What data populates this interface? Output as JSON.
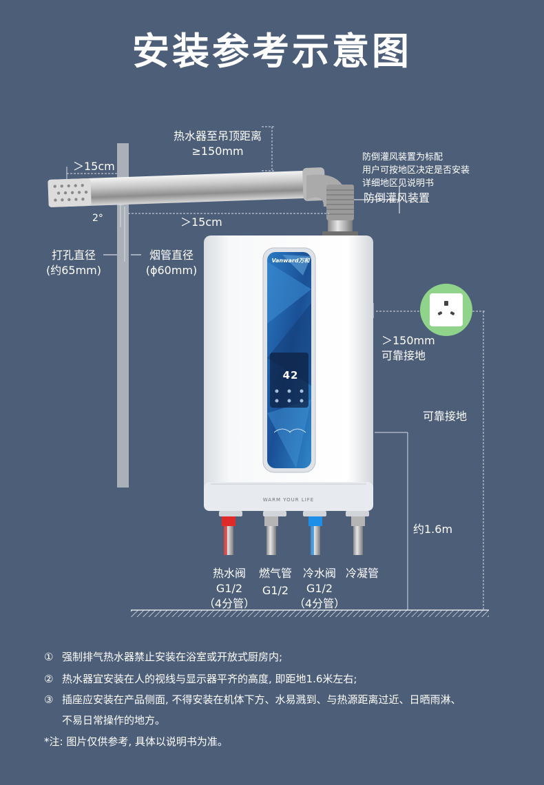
{
  "title": "安装参考示意图",
  "labels": {
    "ceiling_distance_line1": "热水器至吊顶距离",
    "ceiling_distance_line2": "≥150mm",
    "wall_gap": "＞15cm",
    "angle": "2°",
    "pipe_gap": "＞15cm",
    "hole_diameter_line1": "打孔直径",
    "hole_diameter_line2": "(约65mm)",
    "flue_diameter_line1": "烟管直径",
    "flue_diameter_line2": "(ϕ60mm)",
    "antiback_note_line1": "防倒灌风装置为标配",
    "antiback_note_line2": "用户可按地区决定是否安装",
    "antiback_note_line3": "详细地区见说明书",
    "antiback_device": "防倒灌风装置",
    "side_gap_line1": "＞150mm",
    "side_gap_line2": "可靠接地",
    "grounding": "可靠接地",
    "height": "约1.6m"
  },
  "heater": {
    "brand": "Vanward万和",
    "slogan": "WARM YOUR LIFE",
    "display_value": "42"
  },
  "pipes": [
    {
      "name_line1": "热水阀",
      "name_line2": "G1/2",
      "name_line3": "（4分管）",
      "color": "#e02a2a"
    },
    {
      "name_line1": "燃气管",
      "name_line2": "G1/2",
      "name_line3": "",
      "color": "#9a9a9a"
    },
    {
      "name_line1": "冷水阀",
      "name_line2": "G1/2",
      "name_line3": "（4分管）",
      "color": "#1e8fe8"
    },
    {
      "name_line1": "冷凝管",
      "name_line2": "",
      "name_line3": "",
      "color": "#9a9a9a"
    }
  ],
  "notes": [
    {
      "num": "①",
      "text": "强制排气热水器禁止安装在浴室或开放式厨房内;"
    },
    {
      "num": "②",
      "text": "热水器宜安装在人的视线与显示器平齐的高度, 即距地1.6米左右;"
    },
    {
      "num": "③",
      "text": "插座应安装在产品侧面, 不得安装在机体下方、水易溅到、与热源距离过近、日晒雨淋、"
    },
    {
      "num": "",
      "text": "不易日常操作的地方。"
    }
  ],
  "footnote": "*注: 图片仅供参考, 具体以说明书为准。",
  "colors": {
    "background": "#4d5e79",
    "wall": "#a9b0b8",
    "panel_blue": "#1f5ea8",
    "socket_ring": "#8fd48a",
    "hot": "#e02a2a",
    "cold": "#1e8fe8"
  }
}
